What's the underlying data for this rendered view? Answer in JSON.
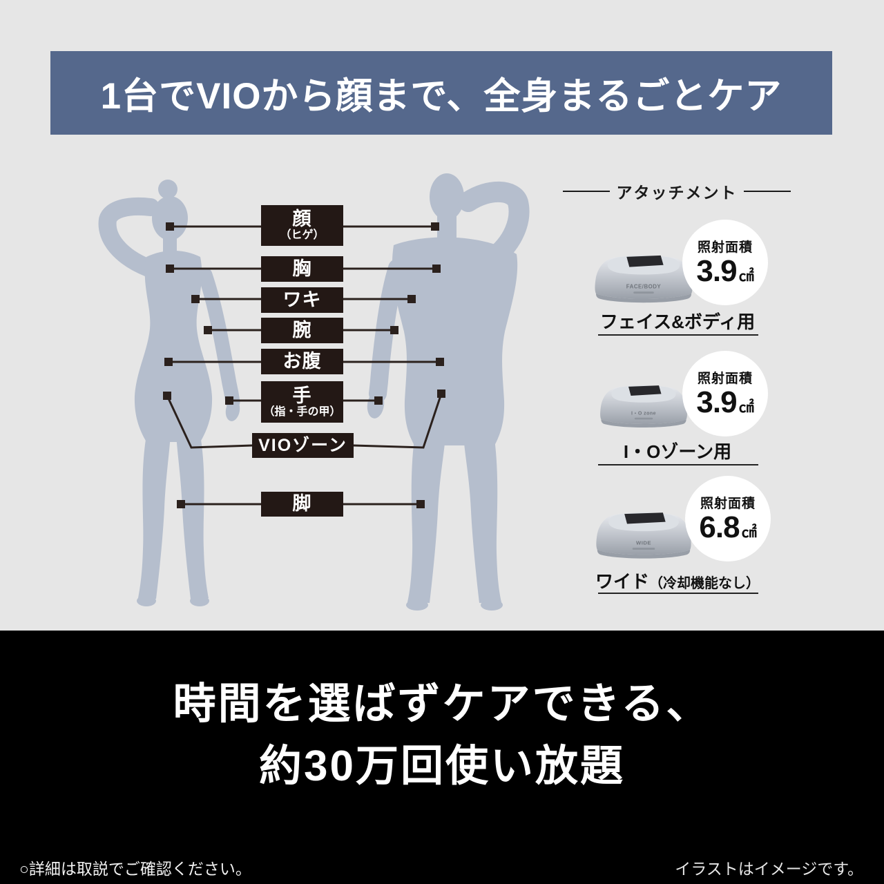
{
  "banner": {
    "title": "1台でVIOから顔まで、全身まるごとケア"
  },
  "colors": {
    "background": "#e6e6e6",
    "banner_bg": "#55688c",
    "banner_text": "#ffffff",
    "silhouette": "#b5becd",
    "label_box_bg": "#231815",
    "connector_line": "#2b211d",
    "badge_bg": "#ffffff",
    "bottom_bg": "#000000",
    "bottom_text": "#ffffff"
  },
  "diagram": {
    "labels": [
      {
        "main": "顔",
        "sub": "（ヒゲ）"
      },
      {
        "main": "胸",
        "sub": ""
      },
      {
        "main": "ワキ",
        "sub": ""
      },
      {
        "main": "腕",
        "sub": ""
      },
      {
        "main": "お腹",
        "sub": ""
      },
      {
        "main": "手",
        "sub": "（指・手の甲）"
      },
      {
        "main": "VIOゾーン",
        "sub": ""
      },
      {
        "main": "脚",
        "sub": ""
      }
    ]
  },
  "attachments": {
    "section_title": "アタッチメント",
    "items": [
      {
        "name": "フェイス&ボディ用",
        "name_sub": "",
        "area_label": "照射面積",
        "area_value": "3.9",
        "area_unit": "㎠",
        "device_text": "FACE/BODY"
      },
      {
        "name": "I・Oゾーン用",
        "name_sub": "",
        "area_label": "照射面積",
        "area_value": "3.9",
        "area_unit": "㎠",
        "device_text": "I・O zone"
      },
      {
        "name": "ワイド",
        "name_sub": "（冷却機能なし）",
        "area_label": "照射面積",
        "area_value": "6.8",
        "area_unit": "㎠",
        "device_text": "WIDE"
      }
    ]
  },
  "bottom": {
    "headline_line1": "時間を選ばずケアできる、",
    "headline_line2": "約30万回使い放題",
    "footnote_left": "○詳細は取説でご確認ください。",
    "footnote_right": "イラストはイメージです。"
  }
}
